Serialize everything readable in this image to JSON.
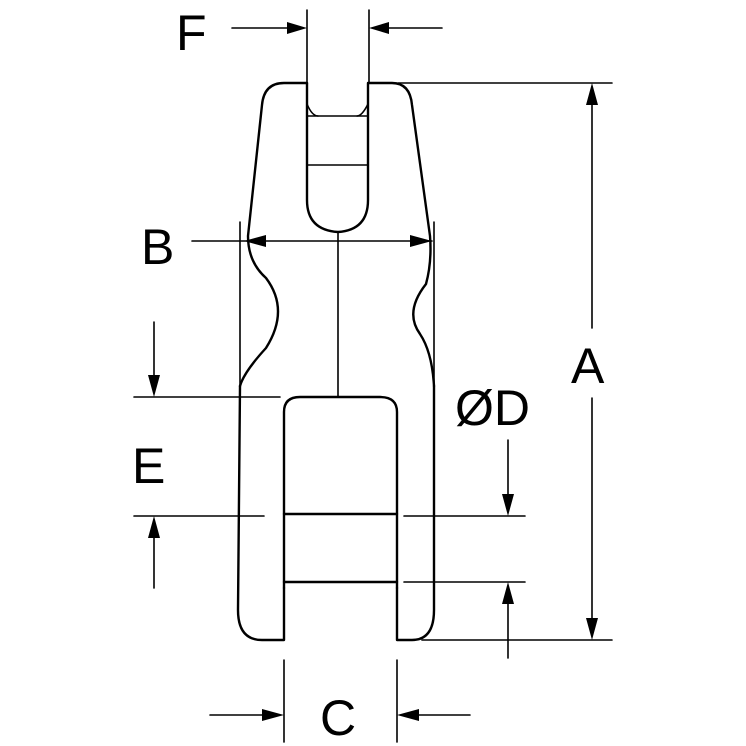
{
  "labels": {
    "a": "A",
    "b": "B",
    "c": "C",
    "d": "ØD",
    "e": "E",
    "f": "F"
  },
  "colors": {
    "line": "#000000",
    "background": "#ffffff"
  }
}
